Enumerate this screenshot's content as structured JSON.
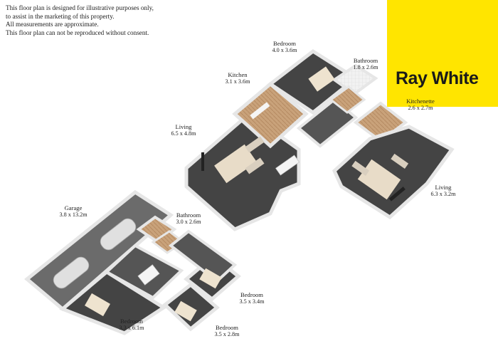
{
  "disclaimer": {
    "line1": "This floor plan is designed for illustrative purposes only,",
    "line2": "to assist in the marketing of this property.",
    "line3": "All measurements are approximate.",
    "line4": "This floor plan can not be reproduced without consent."
  },
  "brand": {
    "name": "Ray White",
    "color": "#ffe500"
  },
  "rooms": {
    "bedroom_top": {
      "name": "Bedroom",
      "dims": "4.0 x 3.6m"
    },
    "bathroom_top": {
      "name": "Bathroom",
      "dims": "1.8 x 2.6m"
    },
    "kitchen": {
      "name": "Kitchen",
      "dims": "3.1 x 3.6m"
    },
    "kitchenette": {
      "name": "Kitchenette",
      "dims": "2.6 x 2.7m"
    },
    "living_left": {
      "name": "Living",
      "dims": "6.5 x 4.8m"
    },
    "living_right": {
      "name": "Living",
      "dims": "6.3 x 3.2m"
    },
    "garage": {
      "name": "Garage",
      "dims": "3.8 x 13.2m"
    },
    "bathroom_lower": {
      "name": "Bathroom",
      "dims": "3.0 x 2.6m"
    },
    "bedroom_mid": {
      "name": "Bedroom",
      "dims": "3.5 x 3.4m"
    },
    "bedroom_low": {
      "name": "Bedroom",
      "dims": "3.5 x 2.8m"
    },
    "bedroom_left": {
      "name": "Bedroom",
      "dims": "3.3 x 6.1m"
    }
  }
}
